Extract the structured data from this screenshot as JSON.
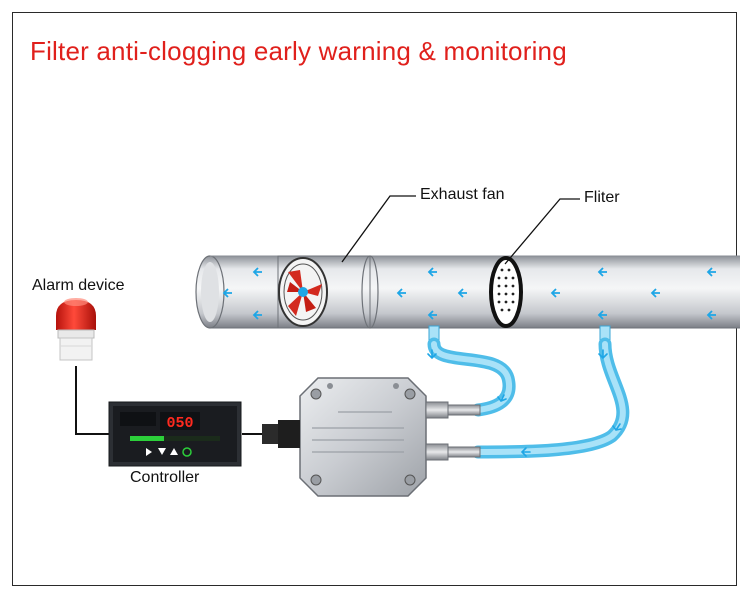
{
  "title": "Filter anti-clogging early warning & monitoring",
  "labels": {
    "exhaust_fan": "Exhaust fan",
    "filter": "Fliter",
    "alarm_device": "Alarm device",
    "controller": "Controller"
  },
  "controller_display": "050",
  "colors": {
    "title": "#e0201c",
    "flow_arrow": "#1ea6e6",
    "tube": "#7fd3f5",
    "alarm_light": "#e3261c",
    "pipe": "#d2d4d8"
  }
}
